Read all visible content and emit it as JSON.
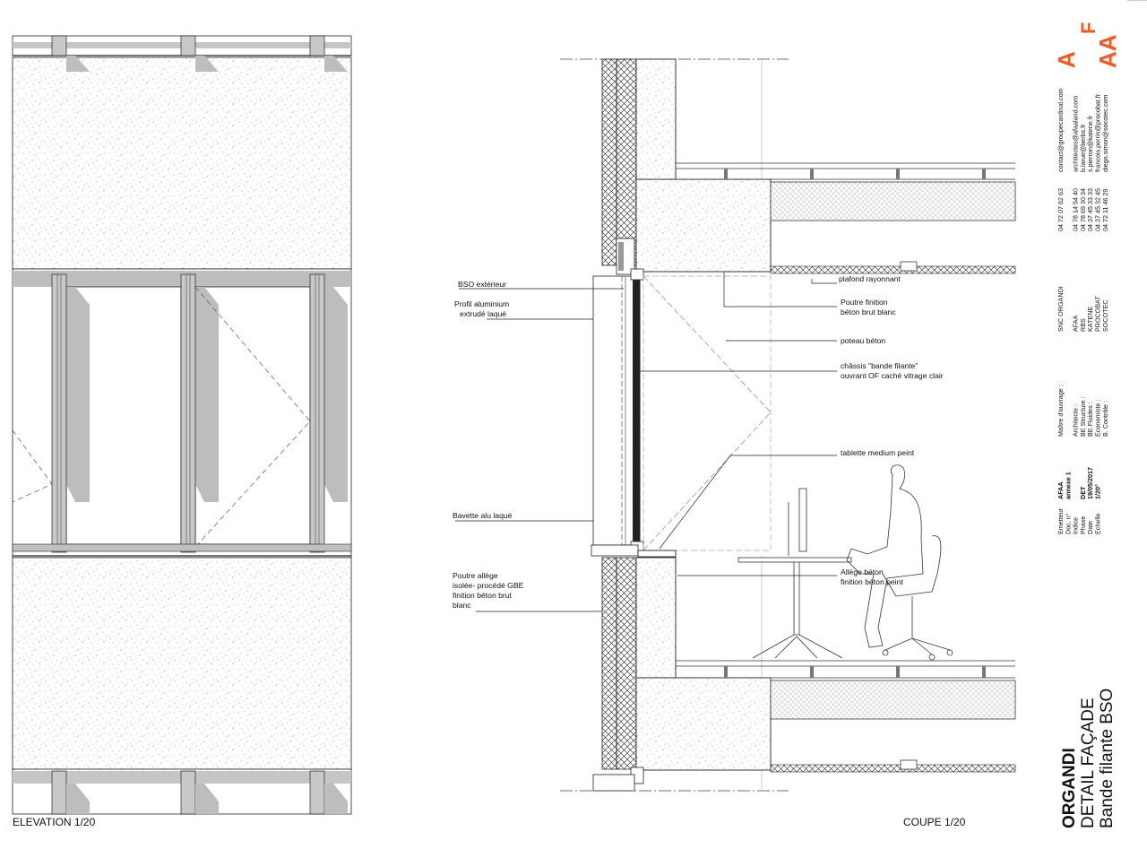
{
  "elevation": {
    "caption": "ELEVATION 1/20"
  },
  "section": {
    "caption": "COUPE 1/20",
    "labels": {
      "bso": "BSO extérieur",
      "profil_1": "Profil aluminium",
      "profil_2": "extrudé laqué",
      "bavette": "Bavette alu laqué",
      "poutre_allege_1": "Poutre allège",
      "poutre_allege_2": "isolée- procédé GBE",
      "poutre_allege_3": "finition béton brut",
      "poutre_allege_4": "blanc",
      "plafond": "plafond rayonnant",
      "poutre_finition_1": "Poutre finition",
      "poutre_finition_2": "béton brut blanc",
      "poteau": "poteau béton",
      "chassis_1": "châssis \"bande filante\"",
      "chassis_2": "ouvrant OF caché vitrage clair",
      "tablette": "tablette medium peint",
      "allege_1": "Allège béton",
      "allege_2": "finition béton peint"
    }
  },
  "title_block": {
    "logo": {
      "a": "A",
      "f": "F",
      "aa": "AA",
      "color": "#f15a24"
    },
    "project": "ORGANDI",
    "title_1": "DETAIL FAÇADE",
    "title_2": "Bande filante BSO",
    "doc_fields": [
      "Emetteur",
      "Doc. n°",
      "Indice",
      "Phase",
      "Date",
      "Echelle"
    ],
    "doc_values": [
      "AFAA",
      "annexe 1",
      "",
      "DET",
      "19/05/2017",
      "1/20°"
    ],
    "roles": [
      "Maître d'ouvrage :",
      "",
      "Architecte :",
      "BE Structure :",
      "BE Fluides :",
      "Economiste :",
      "B. Contrôle :"
    ],
    "companies": [
      "SNC ORGANDI",
      "",
      "AFAA",
      "RBS",
      "KATENE",
      "PROCOBAT",
      "SOCOTEC"
    ],
    "phones": [
      "04 72 07 62 63",
      "",
      "04 78 14 54 40",
      "04 78 69 30 34",
      "04 37 45 33 33",
      "04 37 45 32 45",
      "04 72 11 46 29"
    ],
    "emails": [
      "contact@groupecardinal.com",
      "",
      "architectes@afaaland.com",
      "b.larue@berbs.fr",
      "s.pierron@katene.fr",
      "francois.perrin@procobat.fr",
      "diego.simon@socotec.com"
    ]
  }
}
